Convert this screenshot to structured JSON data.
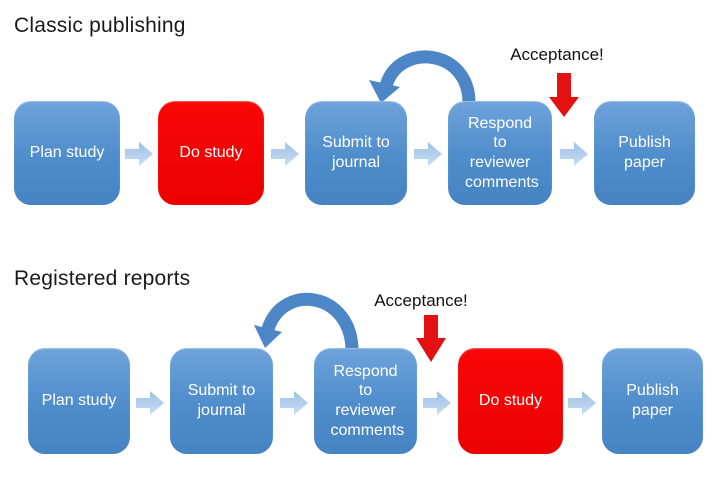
{
  "sections": [
    {
      "title": "Classic publishing",
      "acceptance_label": "Acceptance!",
      "boxes": [
        {
          "label": "Plan study",
          "type": "blue"
        },
        {
          "label": "Do study",
          "type": "red"
        },
        {
          "label": "Submit to journal",
          "type": "blue"
        },
        {
          "label": "Respond to reviewer comments",
          "type": "blue"
        },
        {
          "label": "Publish paper",
          "type": "blue"
        }
      ]
    },
    {
      "title": "Registered reports",
      "acceptance_label": "Acceptance!",
      "boxes": [
        {
          "label": "Plan study",
          "type": "blue"
        },
        {
          "label": "Submit to journal",
          "type": "blue"
        },
        {
          "label": "Respond to reviewer comments",
          "type": "blue"
        },
        {
          "label": "Do study",
          "type": "red"
        },
        {
          "label": "Publish paper",
          "type": "blue"
        }
      ]
    }
  ],
  "icons": {
    "connector": "right-chevron-block-arrow",
    "loop": "curved-revision-loop-arrow",
    "acceptance": "down-block-arrow"
  },
  "colors": {
    "box_blue_top": "#6FA3DA",
    "box_blue_bottom": "#4583C3",
    "box_red": "#F20505",
    "connector_light_blue_top": "#9EC1E7",
    "connector_light_blue_bottom": "#CADDF2",
    "loop_arrow_blue": "#4C86C6",
    "acceptance_arrow_red": "#E31111",
    "box_text": "#FFFFFF",
    "title_text": "#1A1A1A",
    "background": "#FFFFFF"
  }
}
